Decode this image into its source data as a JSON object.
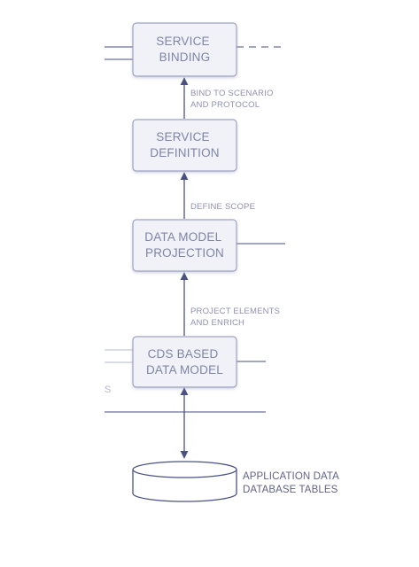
{
  "diagram": {
    "nodes": [
      {
        "id": "service-binding",
        "lines": [
          "SERVICE",
          "BINDING"
        ]
      },
      {
        "id": "service-definition",
        "lines": [
          "SERVICE",
          "DEFINITION"
        ]
      },
      {
        "id": "data-model-projection",
        "lines": [
          "DATA MODEL",
          "PROJECTION"
        ]
      },
      {
        "id": "cds-based-data-model",
        "lines": [
          "CDS BASED",
          "DATA MODEL"
        ]
      }
    ],
    "edges": [
      {
        "from": "service-definition",
        "to": "service-binding",
        "lines": [
          "BIND TO SCENARIO",
          "AND PROTOCOL"
        ]
      },
      {
        "from": "data-model-projection",
        "to": "service-definition",
        "lines": [
          "DEFINE SCOPE"
        ]
      },
      {
        "from": "cds-based-data-model",
        "to": "data-model-projection",
        "lines": [
          "PROJECT ELEMENTS",
          "AND ENRICH"
        ]
      },
      {
        "from": "cds-based-data-model",
        "to": "database",
        "lines": []
      }
    ],
    "database": {
      "lines": [
        "APPLICATION DATA",
        "DATABASE TABLES"
      ]
    },
    "fragment_label": "S",
    "colors": {
      "box_fill": "#f1f2f8",
      "box_stroke": "#9fa3c4",
      "line": "#3f4678",
      "arrow": "#4a5284",
      "label": "#7f84a6"
    }
  }
}
